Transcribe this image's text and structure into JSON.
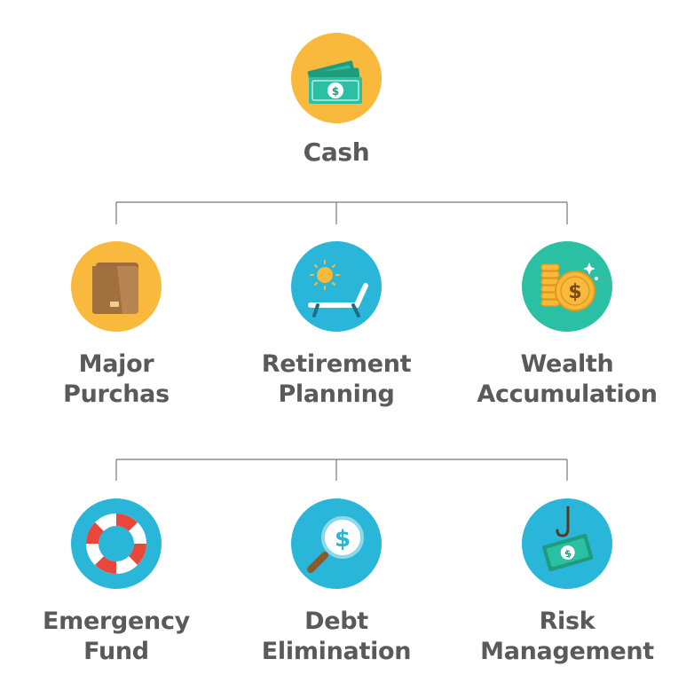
{
  "root": {
    "label": "Cash",
    "icon": "cash-stack-icon",
    "color": "#F9B93D"
  },
  "row1": [
    {
      "lines": [
        "Major",
        "Purchas"
      ],
      "icon": "wallet-icon",
      "color": "#F9B93D"
    },
    {
      "lines": [
        "Retirement",
        "Planning"
      ],
      "icon": "sun-lounger-icon",
      "color": "#29B6D8"
    },
    {
      "lines": [
        "Wealth",
        "Accumulation"
      ],
      "icon": "gold-coins-icon",
      "color": "#2BBFA3"
    }
  ],
  "row2": [
    {
      "lines": [
        "Emergency",
        "Fund"
      ],
      "icon": "lifebuoy-icon",
      "color": "#29B6D8"
    },
    {
      "lines": [
        "Debt",
        "Elimination"
      ],
      "icon": "magnifier-dollar-icon",
      "color": "#29B6D8"
    },
    {
      "lines": [
        "Risk",
        "Management"
      ],
      "icon": "hooked-cash-icon",
      "color": "#29B6D8"
    }
  ],
  "colors": {
    "text": "#5A5A5A",
    "line": "#777777"
  }
}
